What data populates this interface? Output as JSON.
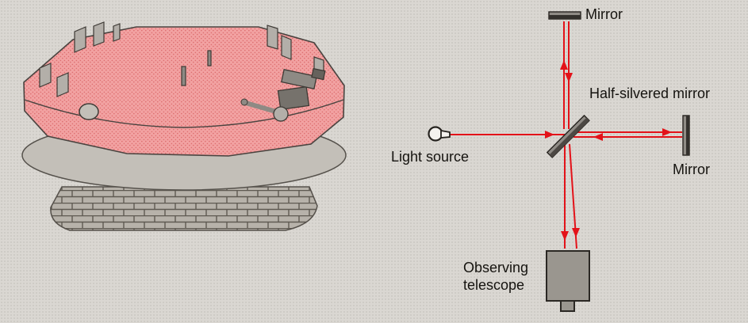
{
  "figure": {
    "background": "#dad7d2"
  },
  "schematic": {
    "beam_color": "#e31219",
    "mirror_dark": "#44403b",
    "mirror_light": "#8f8b85",
    "labels": {
      "top_mirror": "Mirror",
      "half_silvered_mirror": "Half-silvered mirror",
      "light_source": "Light source",
      "right_mirror": "Mirror",
      "telescope_line1": "Observing",
      "telescope_line2": "telescope"
    }
  },
  "illustration": {
    "slab_color": "#f2a2a2",
    "slab_dot_color": "#dd6f70",
    "stone_color": "#c3bfb8",
    "brick_color": "#b7b2aa"
  }
}
